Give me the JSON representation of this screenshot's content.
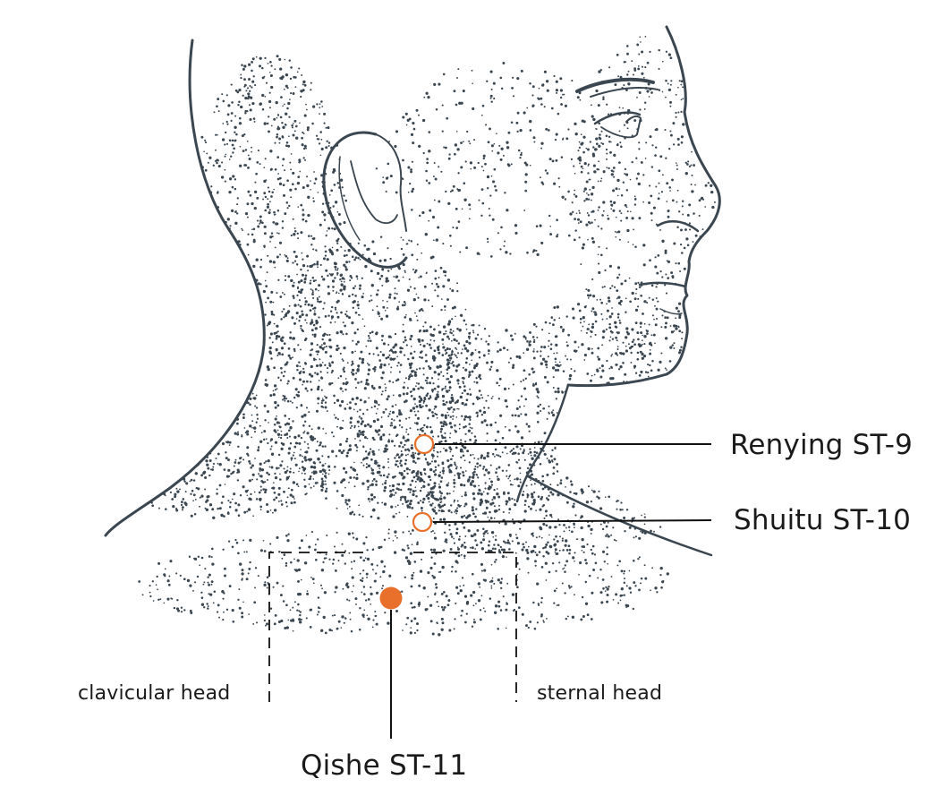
{
  "points": [
    {
      "name": "Renying",
      "code": "ST-9",
      "label": "Renying ST-9",
      "marker": "open-circle"
    },
    {
      "name": "Shuitu",
      "code": "ST-10",
      "label": "Shuitu ST-10",
      "marker": "open-circle"
    },
    {
      "name": "Qishe",
      "code": "ST-11",
      "label": "Qishe ST-11",
      "marker": "filled-circle"
    }
  ],
  "muscle_heads": {
    "clavicular": "clavicular head",
    "sternal": "sternal head"
  },
  "colors": {
    "accent": "#E8702A",
    "ink": "#3a4650",
    "leader": "#111111",
    "background": "#ffffff"
  }
}
